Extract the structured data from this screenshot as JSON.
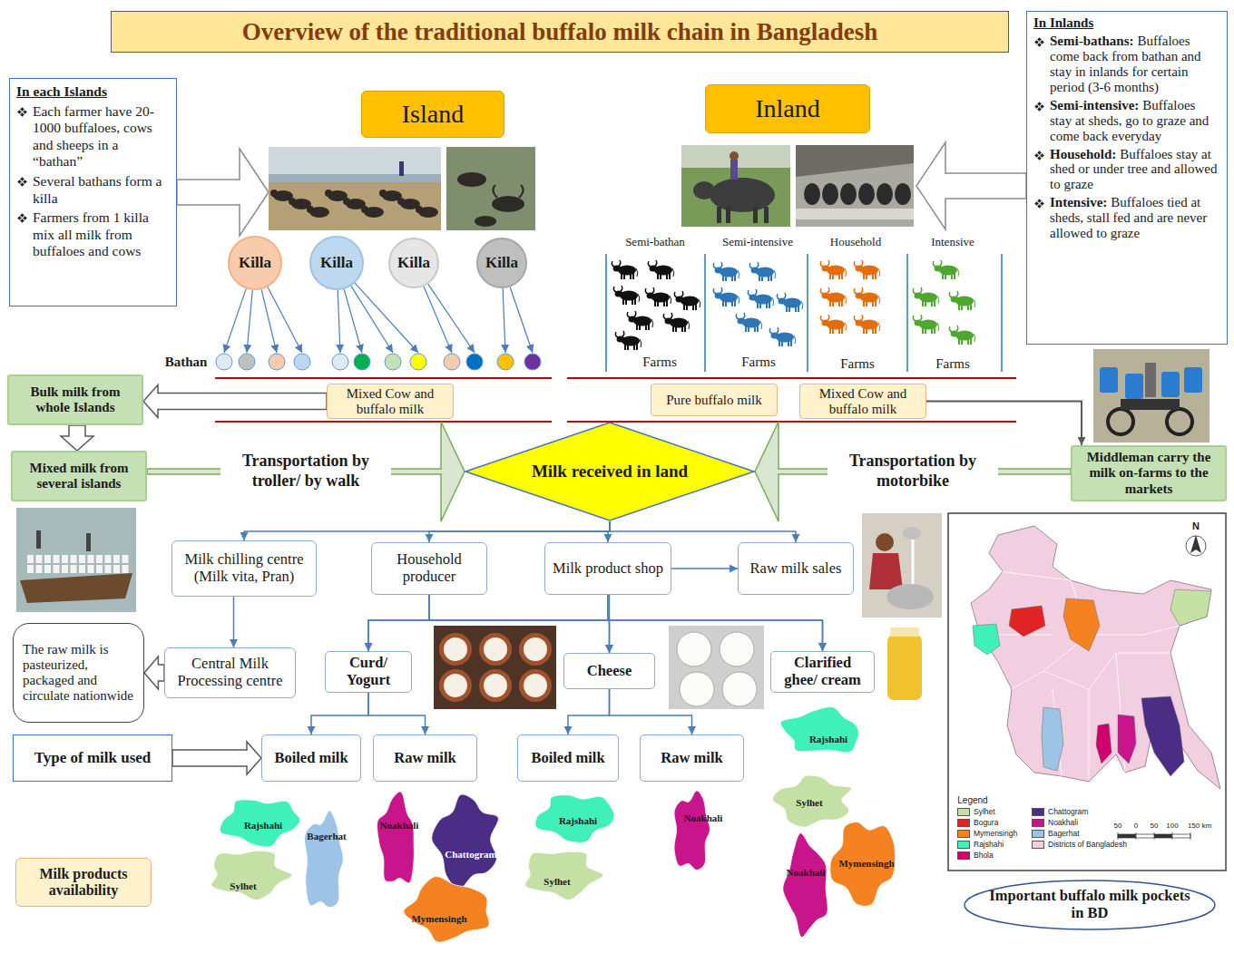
{
  "diagram": {
    "title": "Overview of the traditional buffalo milk chain in Bangladesh",
    "nodes": [
      {
        "text": [
          "In each Islands",
          "Each farmer have 20-1000 buffaloes, cows and sheeps in a “bathan”",
          "Several bathans form a killa",
          "Farmers from 1 killa mix all milk from buffaloes and cows"
        ]
      },
      {
        "text": [
          "Island"
        ]
      },
      {
        "text": [
          "Inland"
        ]
      },
      {
        "text": [
          "In Inlands",
          "Semi-bathans:",
          "Buffaloes come back from bathan and stay in inlands for certain period (3-6 months)",
          "Semi-intensive:",
          "Buffaloes stay at sheds, go to graze and come back everyday",
          "Household:",
          "Buffaloes stay at shed or under tree and allowed to graze",
          "Intensive:",
          "Buffaloes tied at sheds, stall fed and are never allowed to graze"
        ]
      },
      {
        "text": [
          "Killa"
        ]
      },
      {
        "text": [
          "Killa"
        ]
      },
      {
        "text": [
          "Killa"
        ]
      },
      {
        "text": [
          "Killa"
        ]
      },
      {
        "text": [
          "Mixed Cow and buffalo milk"
        ]
      },
      {
        "text": [
          "Pure buffalo milk"
        ]
      },
      {
        "text": [
          "Mixed Cow and buffalo milk"
        ]
      },
      {
        "text": [
          "Bulk milk from whole Islands"
        ]
      },
      {
        "text": [
          "Mixed milk from several islands"
        ]
      },
      {
        "text": [
          "Milk received in land"
        ]
      },
      {
        "text": [
          "Middleman carry the milk on-farms to the markets"
        ]
      },
      {
        "text": [
          "Milk chilling centre (Milk vita, Pran)"
        ]
      },
      {
        "text": [
          "Household producer"
        ]
      },
      {
        "text": [
          "Milk product shop"
        ]
      },
      {
        "text": [
          "Raw milk sales"
        ]
      },
      {
        "text": [
          "The raw milk is pasteurized, packaged and circulate nationwide"
        ]
      },
      {
        "text": [
          "Central Milk Processing centre"
        ]
      },
      {
        "text": [
          "Curd/ Yogurt"
        ]
      },
      {
        "text": [
          "Cheese"
        ]
      },
      {
        "text": [
          "Clarified ghee/ cream"
        ]
      },
      {
        "text": [
          "Type of milk used"
        ]
      },
      {
        "text": [
          "Boiled milk"
        ]
      },
      {
        "text": [
          "Raw milk"
        ]
      },
      {
        "text": [
          "Boiled milk"
        ]
      },
      {
        "text": [
          "Raw milk"
        ]
      },
      {
        "text": [
          "Milk products availability"
        ]
      },
      {
        "text": [
          "Important buffalo milk pockets in BD"
        ]
      }
    ],
    "edges": [
      {
        "from": 8,
        "to": 11,
        "arrow": "to"
      },
      {
        "from": 10,
        "to": 14,
        "arrow": "to"
      },
      {
        "from": 11,
        "to": 12,
        "arrow": "to"
      },
      {
        "from": 12,
        "to": 13,
        "label": "Transportation by troller/ by walk",
        "arrow": "to"
      },
      {
        "from": 14,
        "to": 13,
        "label": "Transportation by motorbike",
        "arrow": "to"
      },
      {
        "from": 13,
        "to": 15,
        "arrow": "to"
      },
      {
        "from": 13,
        "to": 16,
        "arrow": "to"
      },
      {
        "from": 13,
        "to": 17,
        "arrow": "to"
      },
      {
        "from": 13,
        "to": 18,
        "arrow": "to"
      },
      {
        "from": 17,
        "to": 18,
        "arrow": "to"
      },
      {
        "from": 15,
        "to": 20,
        "arrow": "to"
      },
      {
        "from": 20,
        "to": 19,
        "arrow": "to"
      },
      {
        "from": 16,
        "to": 21,
        "arrow": "to"
      },
      {
        "from": 16,
        "to": 22,
        "arrow": "to"
      },
      {
        "from": 16,
        "to": 23,
        "arrow": "to"
      },
      {
        "from": 17,
        "to": 21,
        "arrow": "to"
      },
      {
        "from": 17,
        "to": 22,
        "arrow": "to"
      },
      {
        "from": 17,
        "to": 23,
        "arrow": "to"
      },
      {
        "from": 21,
        "to": 25,
        "arrow": "to"
      },
      {
        "from": 21,
        "to": 26,
        "arrow": "to"
      },
      {
        "from": 22,
        "to": 27,
        "arrow": "to"
      },
      {
        "from": 22,
        "to": 28,
        "arrow": "to"
      },
      {
        "from": 24,
        "to": 25,
        "arrow": "to"
      }
    ],
    "labels": [
      "Bathan",
      "Semi-bathan",
      "Semi-intensive",
      "Household",
      "Intensive",
      "Farms",
      "Farms",
      "Farms",
      "Farms",
      "Rajshahi",
      "Bagerhat",
      "Sylhet",
      "Noakhali",
      "Chattogram",
      "Mymensingh",
      "Rajshahi",
      "Sylhet",
      "Noakhali",
      "Rajshahi",
      "Sylhet",
      "Noakhali",
      "Mymensingh",
      "N",
      "Legend",
      "50",
      "0",
      "50",
      "100",
      "150 km"
    ],
    "legend": [
      {
        "text": "Sylhet",
        "color": "#c5e0a5"
      },
      {
        "text": "Bogura",
        "color": "#e02424"
      },
      {
        "text": "Mymensingh",
        "color": "#f58220"
      },
      {
        "text": "Rajshahi",
        "color": "#3ff0b9"
      },
      {
        "text": "Bhola",
        "color": "#d0006f"
      },
      {
        "text": "Chattogram",
        "color": "#4b2d85"
      },
      {
        "text": "Noakhali",
        "color": "#c8158c"
      },
      {
        "text": "Bagerhat",
        "color": "#9dc3e6"
      },
      {
        "text": "Districts of Bangladesh",
        "color": "#f2cfe0"
      }
    ]
  }
}
